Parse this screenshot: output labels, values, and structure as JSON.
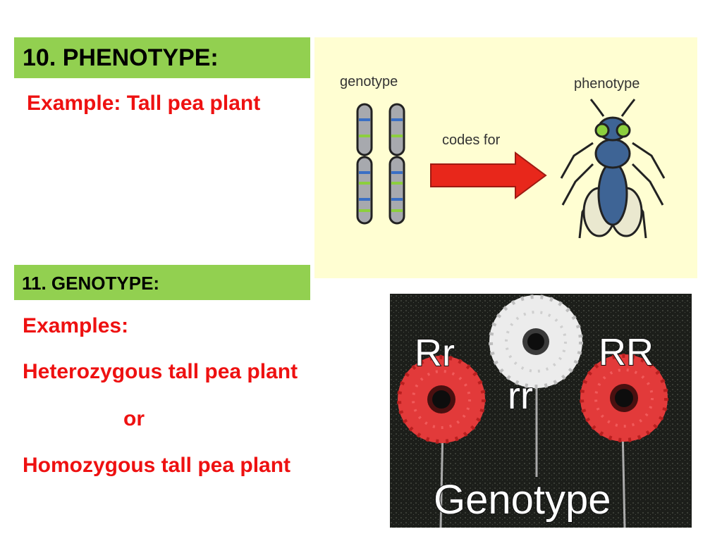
{
  "phenotype": {
    "heading": "10. PHENOTYPE:",
    "example": "Example: Tall pea plant"
  },
  "genotype": {
    "heading": "11. GENOTYPE:",
    "examples_label": "Examples:",
    "line1": "Heterozygous tall pea plant",
    "connector": "or",
    "line2": "Homozygous tall pea plant"
  },
  "diagram": {
    "left_label": "genotype",
    "arrow_label": "codes for",
    "right_label": "phenotype",
    "background": "#fffed2",
    "arrow_color": "#e8271b"
  },
  "flower_image": {
    "labels": [
      "Rr",
      "rr",
      "RR"
    ],
    "caption": "Genotype"
  },
  "colors": {
    "heading_box": "#92d050",
    "red_text": "#ee1111"
  }
}
